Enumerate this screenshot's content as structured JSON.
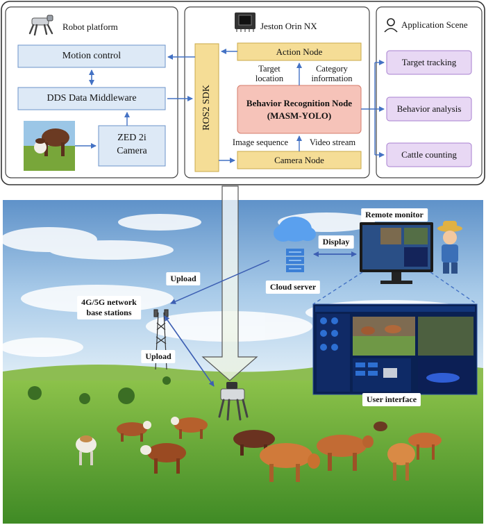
{
  "panels": {
    "robot_platform": "Robot platform",
    "jeston": "Jeston Orin NX",
    "application": "Application Scene"
  },
  "robot": {
    "motion_control": "Motion control",
    "dds": "DDS Data Middleware",
    "zed_line1": "ZED 2i",
    "zed_line2": "Camera"
  },
  "ros": {
    "sdk": "ROS2 SDK",
    "action_node": "Action Node",
    "behavior_line1": "Behavior Recognition Node",
    "behavior_line2": "(MASM-YOLO)",
    "camera_node": "Camera Node",
    "target_location_1": "Target",
    "target_location_2": "location",
    "category_info_1": "Category",
    "category_info_2": "information",
    "image_sequence": "Image sequence",
    "video_stream": "Video stream"
  },
  "apps": {
    "tracking": "Target tracking",
    "behavior": "Behavior analysis",
    "counting": "Cattle counting"
  },
  "scene": {
    "remote_monitor": "Remote monitor",
    "display": "Display",
    "upload_1": "Upload",
    "upload_2": "Upload",
    "cloud_server": "Cloud server",
    "base_station_1": "4G/5G network",
    "base_station_2": "base stations",
    "user_interface": "User interface"
  },
  "colors": {
    "blue_box": "#dde9f6",
    "yellow_box": "#f5dd96",
    "red_box": "#f6c3b9",
    "purple_box": "#e8d8f4",
    "arrow": "#4472c4"
  }
}
